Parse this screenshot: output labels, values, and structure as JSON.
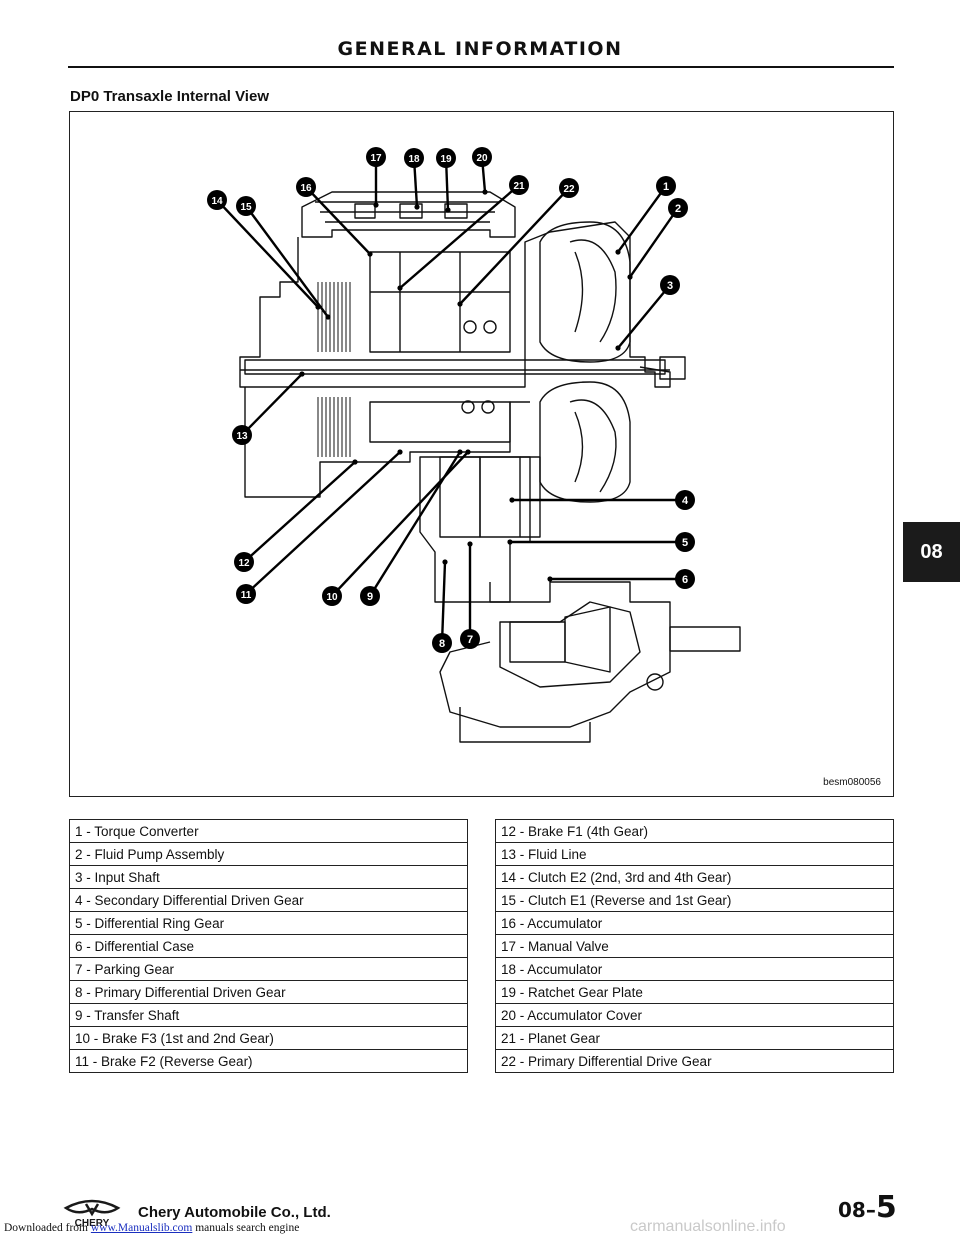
{
  "header": {
    "title": "GENERAL INFORMATION"
  },
  "section": {
    "title": "DP0 Transaxle Internal View"
  },
  "figure": {
    "id": "besm080056"
  },
  "callouts": [
    "1",
    "2",
    "3",
    "4",
    "5",
    "6",
    "7",
    "8",
    "9",
    "10",
    "11",
    "12",
    "13",
    "14",
    "15",
    "16",
    "17",
    "18",
    "19",
    "20",
    "21",
    "22"
  ],
  "legend": {
    "left": [
      "1 - Torque Converter",
      "2 - Fluid Pump Assembly",
      "3 - Input Shaft",
      "4 - Secondary Differential Driven Gear",
      "5 - Differential Ring Gear",
      "6 - Differential Case",
      "7 - Parking Gear",
      "8 - Primary Differential Driven Gear",
      "9 - Transfer Shaft",
      "10 - Brake F3 (1st and 2nd Gear)",
      "11 - Brake F2 (Reverse Gear)"
    ],
    "right": [
      "12 - Brake F1 (4th Gear)",
      "13 - Fluid Line",
      "14 - Clutch E2 (2nd, 3rd and 4th Gear)",
      "15 - Clutch E1 (Reverse and 1st Gear)",
      "16 - Accumulator",
      "17 - Manual Valve",
      "18 - Accumulator",
      "19 - Ratchet Gear Plate",
      "20 - Accumulator Cover",
      "21 - Planet Gear",
      "22 - Primary Differential Drive Gear"
    ]
  },
  "chapter_tab": "08",
  "footer": {
    "download_prefix": "Downloaded from",
    "download_link": "www.Manualslib.com",
    "download_suffix": "manuals search engine",
    "logo_text": "CHERY",
    "company": "Chery Automobile Co., Ltd.",
    "page_prefix": "08–",
    "page_number": "5",
    "watermark": "carmanualsonline.info"
  }
}
